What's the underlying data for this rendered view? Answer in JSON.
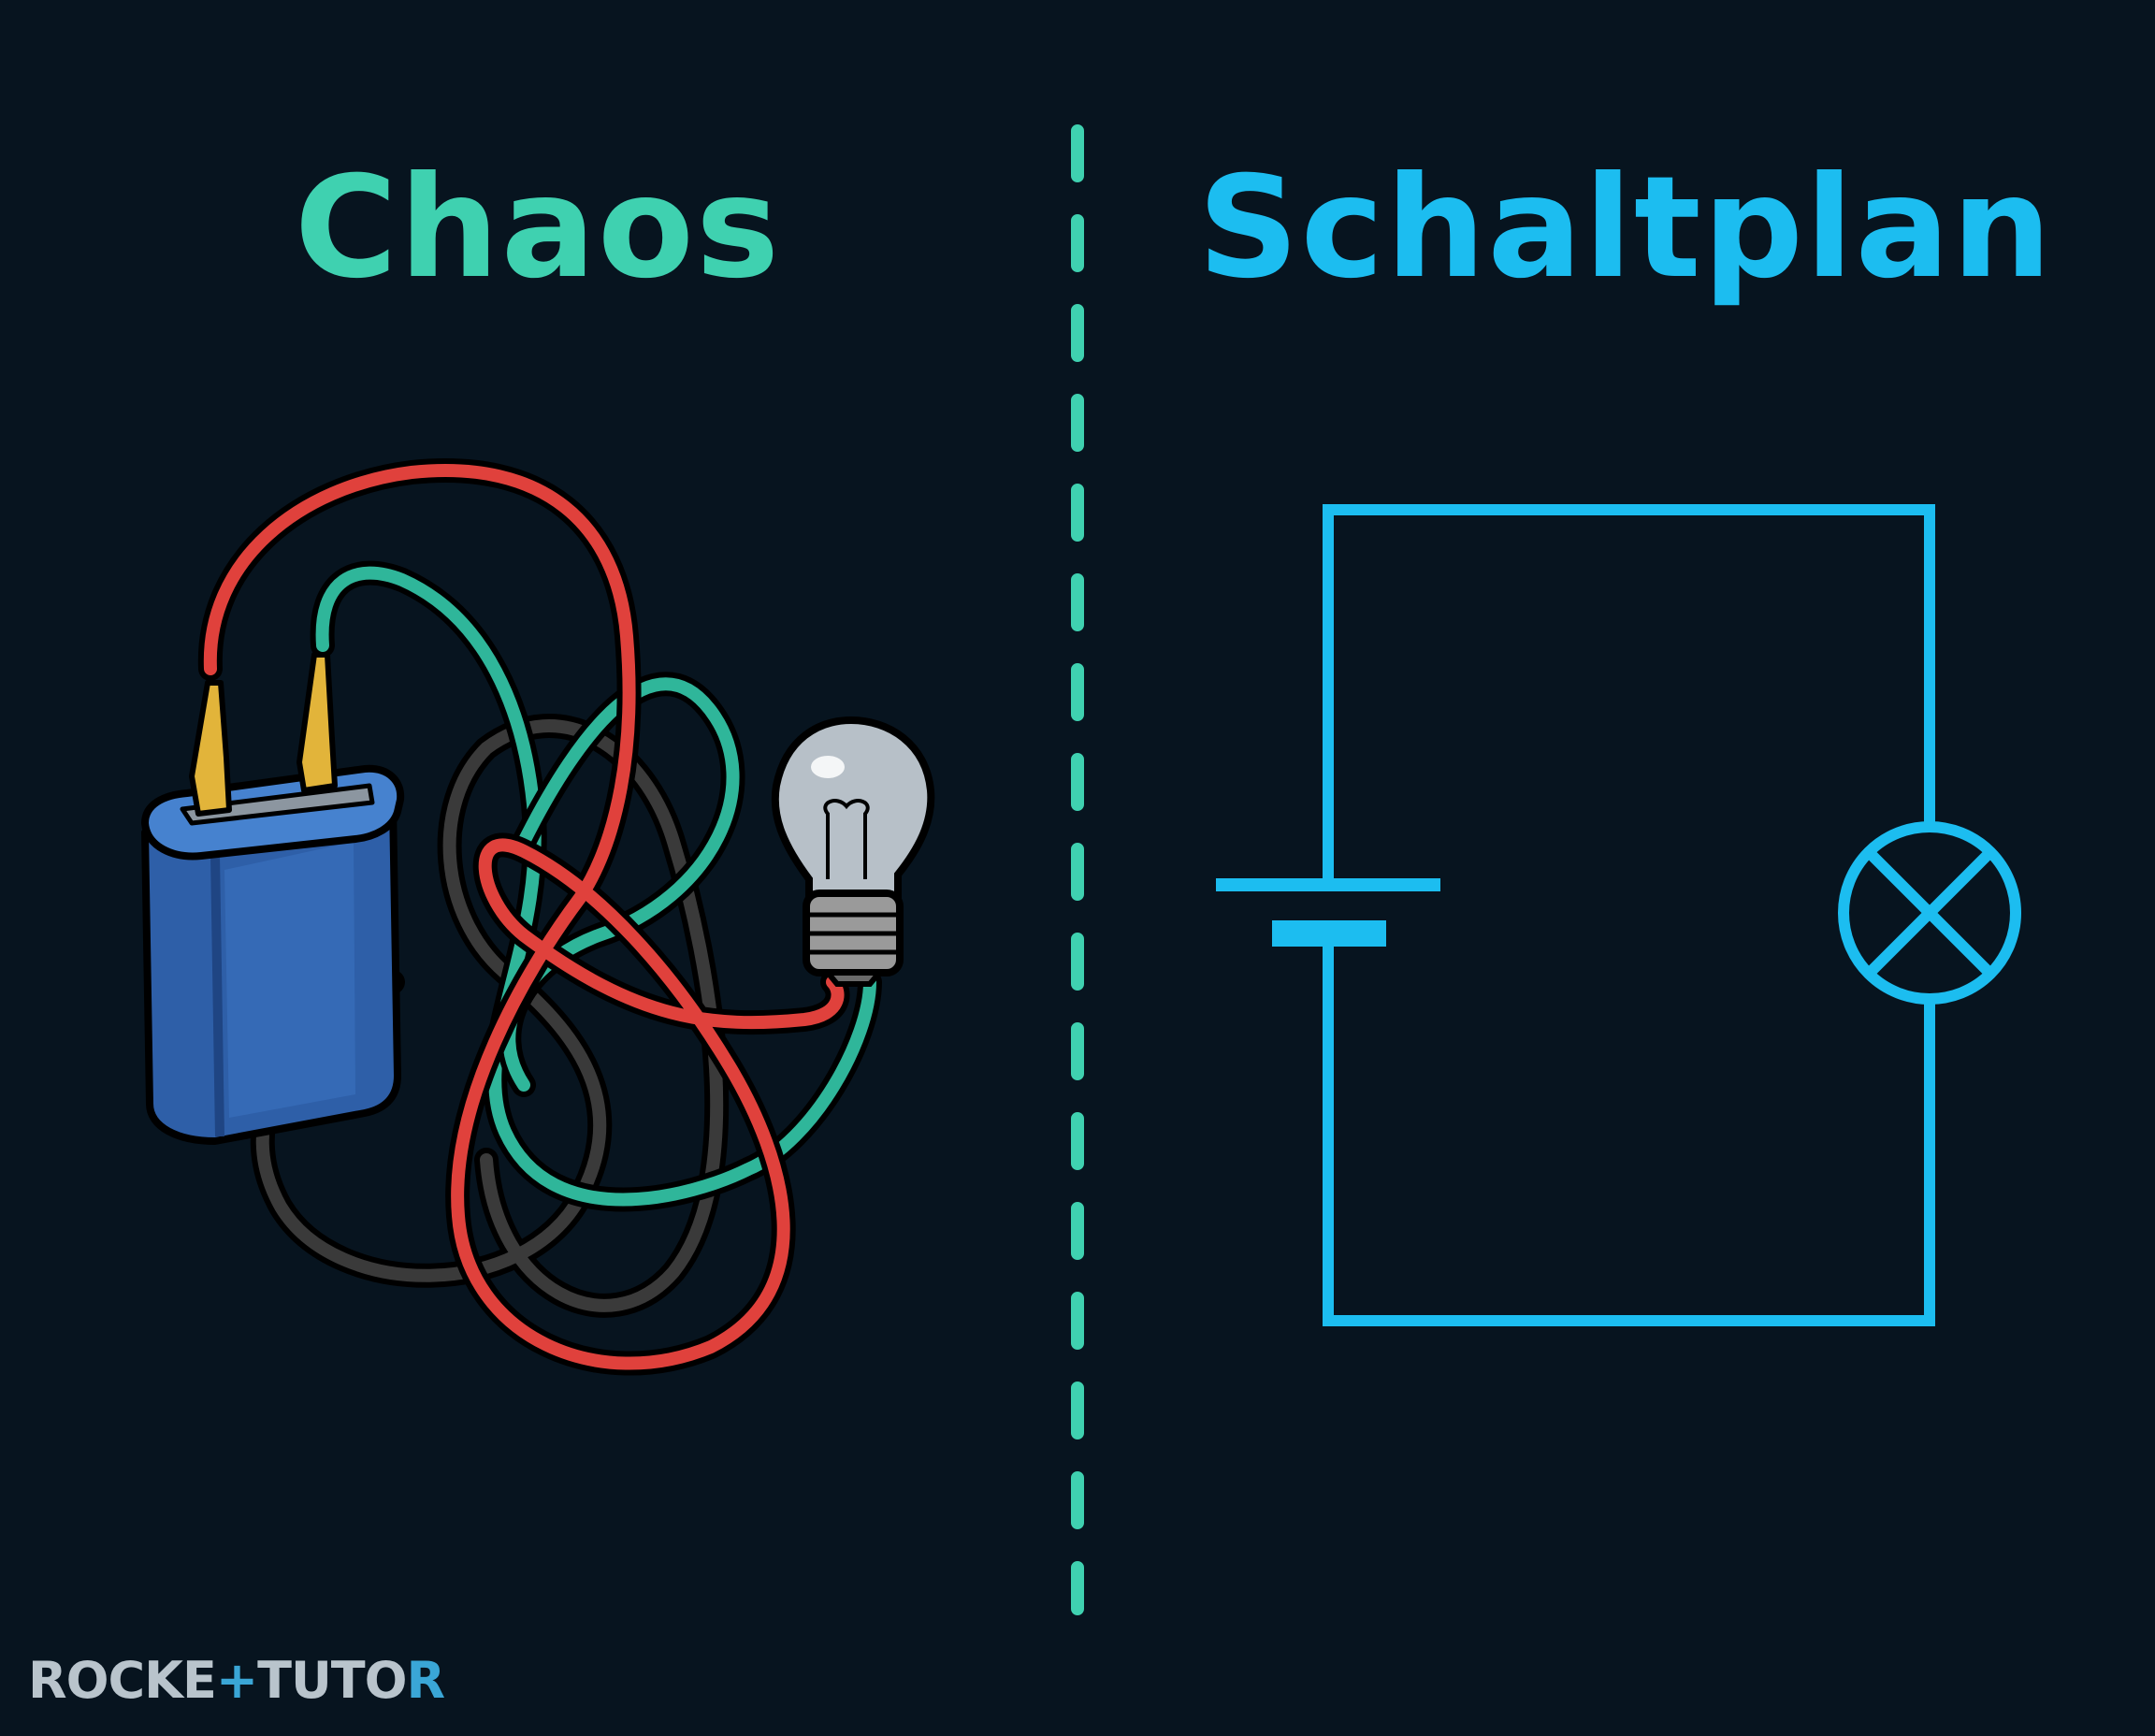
{
  "left_panel": {
    "title": "Chaos",
    "title_color": "#3fd1b0"
  },
  "right_panel": {
    "title": "Schaltplan",
    "title_color": "#1cbdf0"
  },
  "divider_color": "#3fd1b0",
  "wire_colors": {
    "red": "#e0413c",
    "green": "#2fb69a",
    "black": "#3a3a3a"
  },
  "icons": [
    "battery-icon",
    "light-bulb-icon",
    "tangled-wires",
    "battery-symbol",
    "lamp-symbol"
  ],
  "brand": {
    "part1": "ROCKE",
    "plus": "+",
    "part2": "TUTO",
    "part3": "R"
  }
}
